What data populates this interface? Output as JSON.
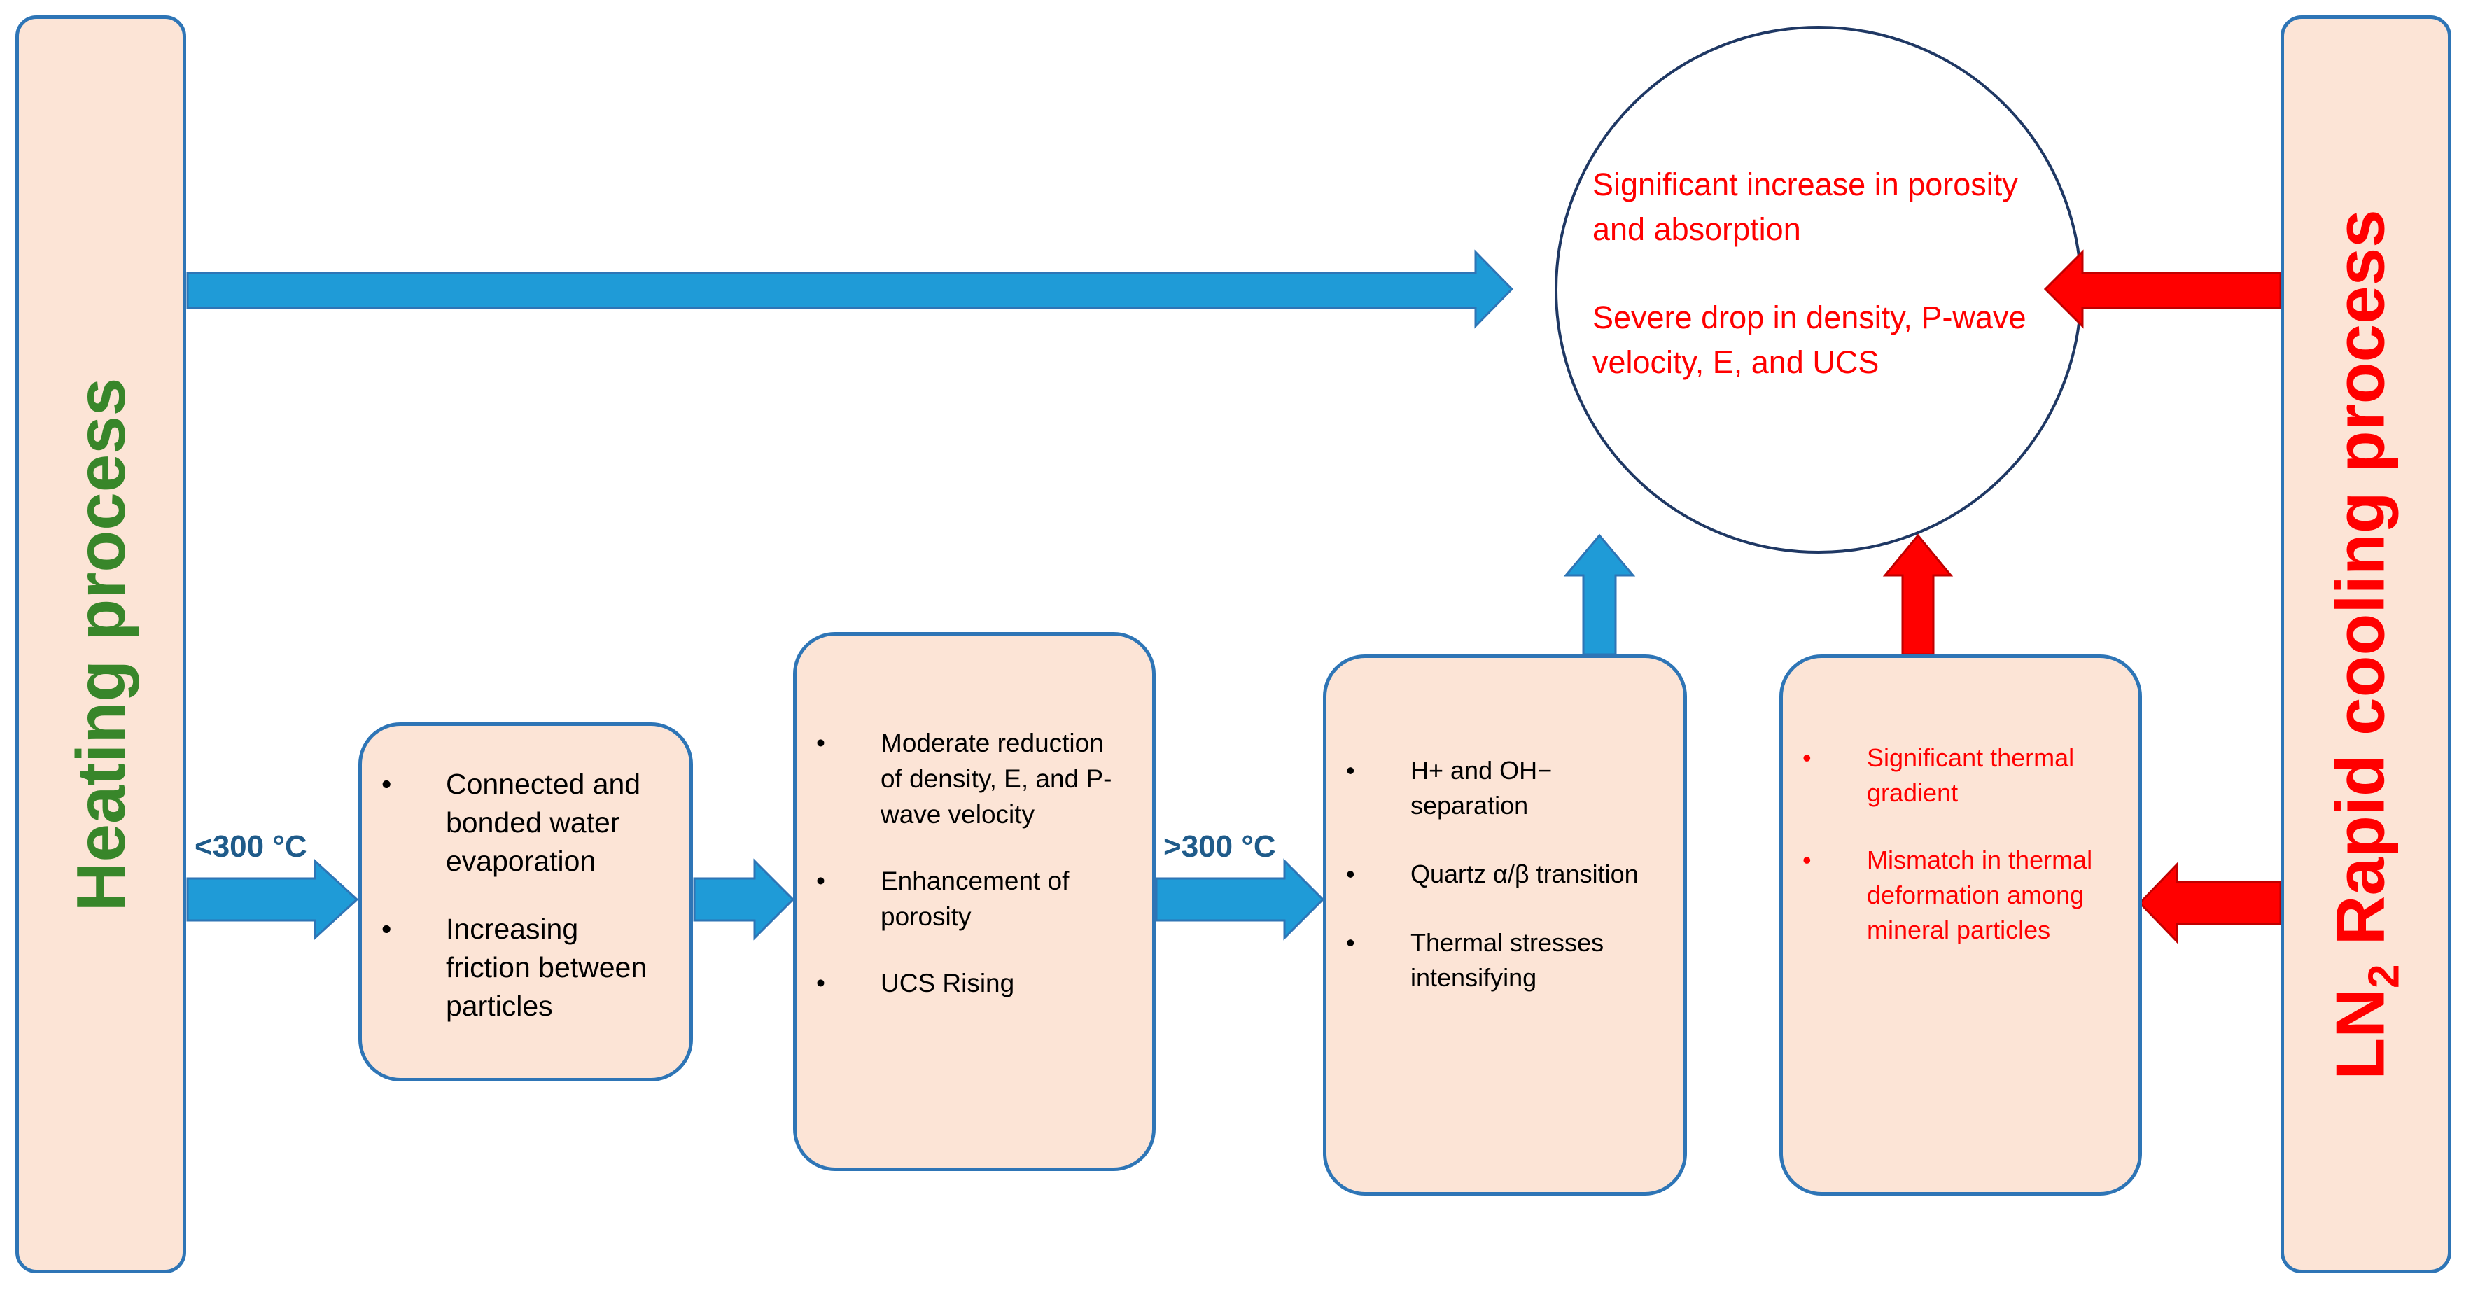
{
  "left_panel": {
    "label": "Heating process"
  },
  "right_panel": {
    "label_ln": "LN",
    "label_sub": "2",
    "label_rest": " Rapid cooling process"
  },
  "temperatures": {
    "below": "<300 °C",
    "above": ">300 °C"
  },
  "outcome": {
    "line1": "Significant increase in porosity and absorption",
    "line2": "Severe drop in density, P-wave velocity, E, and UCS"
  },
  "box1": {
    "items": [
      "Connected and bonded water evaporation",
      "Increasing friction between particles"
    ]
  },
  "box2": {
    "items": [
      "Moderate reduction of density, E, and P-wave velocity",
      "Enhancement of porosity",
      "UCS Rising"
    ]
  },
  "box3": {
    "items": [
      "H+ and OH− separation",
      "Quartz α/β transition",
      "Thermal stresses intensifying"
    ]
  },
  "box4": {
    "items": [
      "Significant thermal gradient",
      "Mismatch in thermal deformation among mineral particles"
    ]
  },
  "bullet": "•",
  "colors": {
    "blue_arrow": "#1f9bd7",
    "red_arrow": "#ff0000",
    "box_fill": "#fce4d6",
    "box_border": "#2e75b6",
    "heating_text": "#38862a",
    "cooling_text": "#ff0000"
  }
}
